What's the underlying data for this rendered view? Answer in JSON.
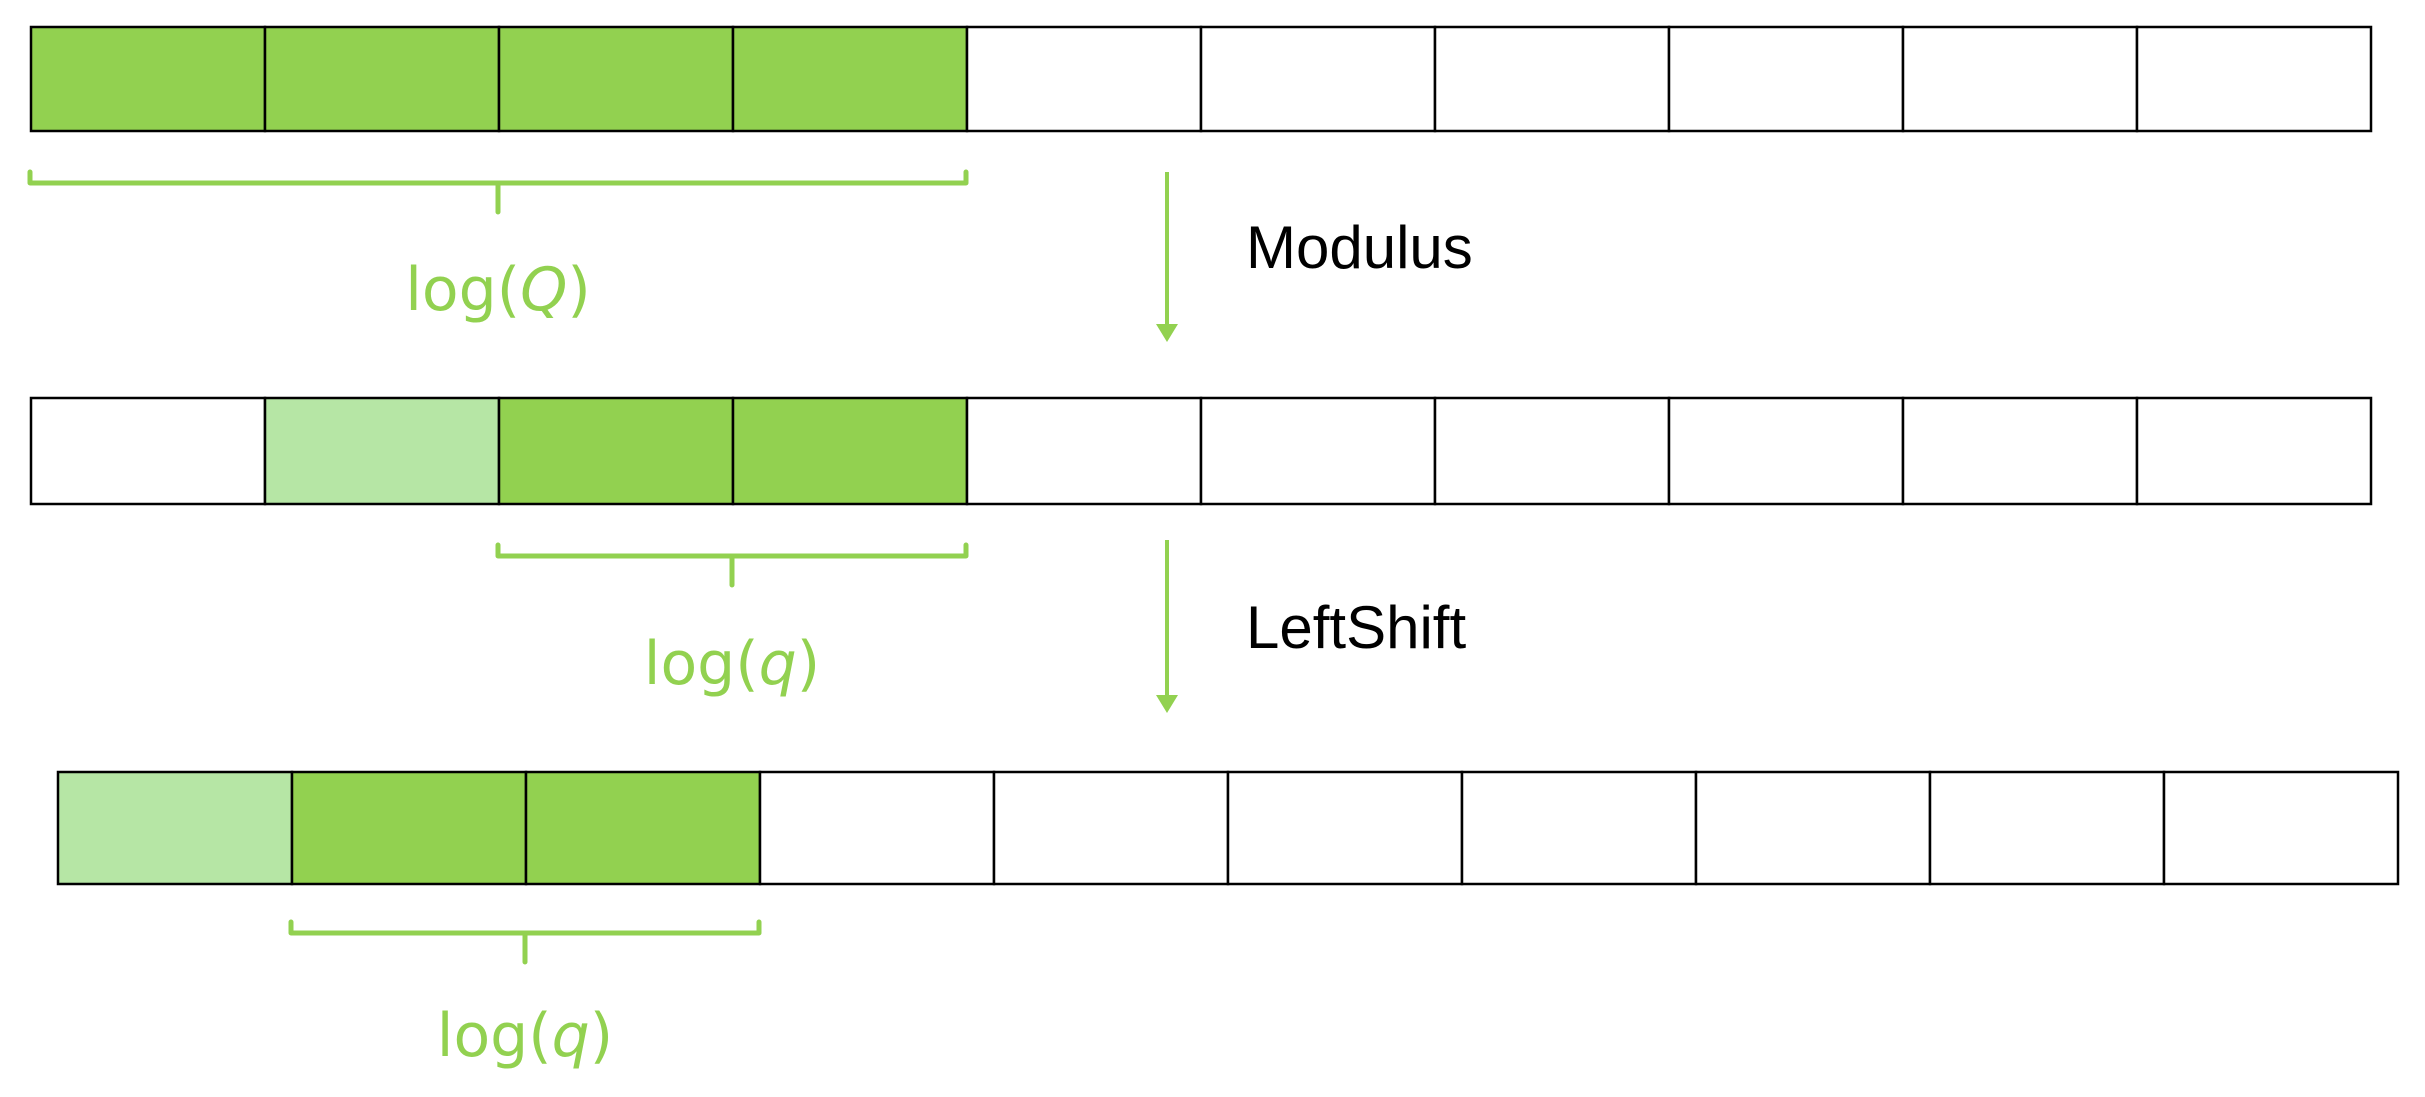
{
  "colors": {
    "strong": "#92d150",
    "light": "#b6e6a5",
    "empty": "#ffffff",
    "stroke": "#000000",
    "accent": "#92d150"
  },
  "registers": [
    {
      "name": "register-original",
      "cells": [
        "strong",
        "strong",
        "strong",
        "strong",
        "empty",
        "empty",
        "empty",
        "empty",
        "empty",
        "empty"
      ]
    },
    {
      "name": "register-after-modulus",
      "cells": [
        "empty",
        "light",
        "strong",
        "strong",
        "empty",
        "empty",
        "empty",
        "empty",
        "empty",
        "empty"
      ]
    },
    {
      "name": "register-after-leftshift",
      "cells": [
        "light",
        "strong",
        "strong",
        "empty",
        "empty",
        "empty",
        "empty",
        "empty",
        "empty",
        "empty"
      ]
    }
  ],
  "braces": [
    {
      "name": "brace-log-Q",
      "register": 0,
      "from_cell": 0,
      "to_cell": 3,
      "label_prefix": "log(",
      "label_var": "Q",
      "label_suffix": ")"
    },
    {
      "name": "brace-log-q-modulus",
      "register": 1,
      "from_cell": 2,
      "to_cell": 3,
      "label_prefix": "log(",
      "label_var": "q",
      "label_suffix": ")"
    },
    {
      "name": "brace-log-q-leftshift",
      "register": 2,
      "from_cell": 1,
      "to_cell": 2,
      "label_prefix": "log(",
      "label_var": "q",
      "label_suffix": ")"
    }
  ],
  "operations": [
    {
      "name": "operation-modulus",
      "label": "Modulus"
    },
    {
      "name": "operation-leftshift",
      "label": "LeftShift"
    }
  ]
}
